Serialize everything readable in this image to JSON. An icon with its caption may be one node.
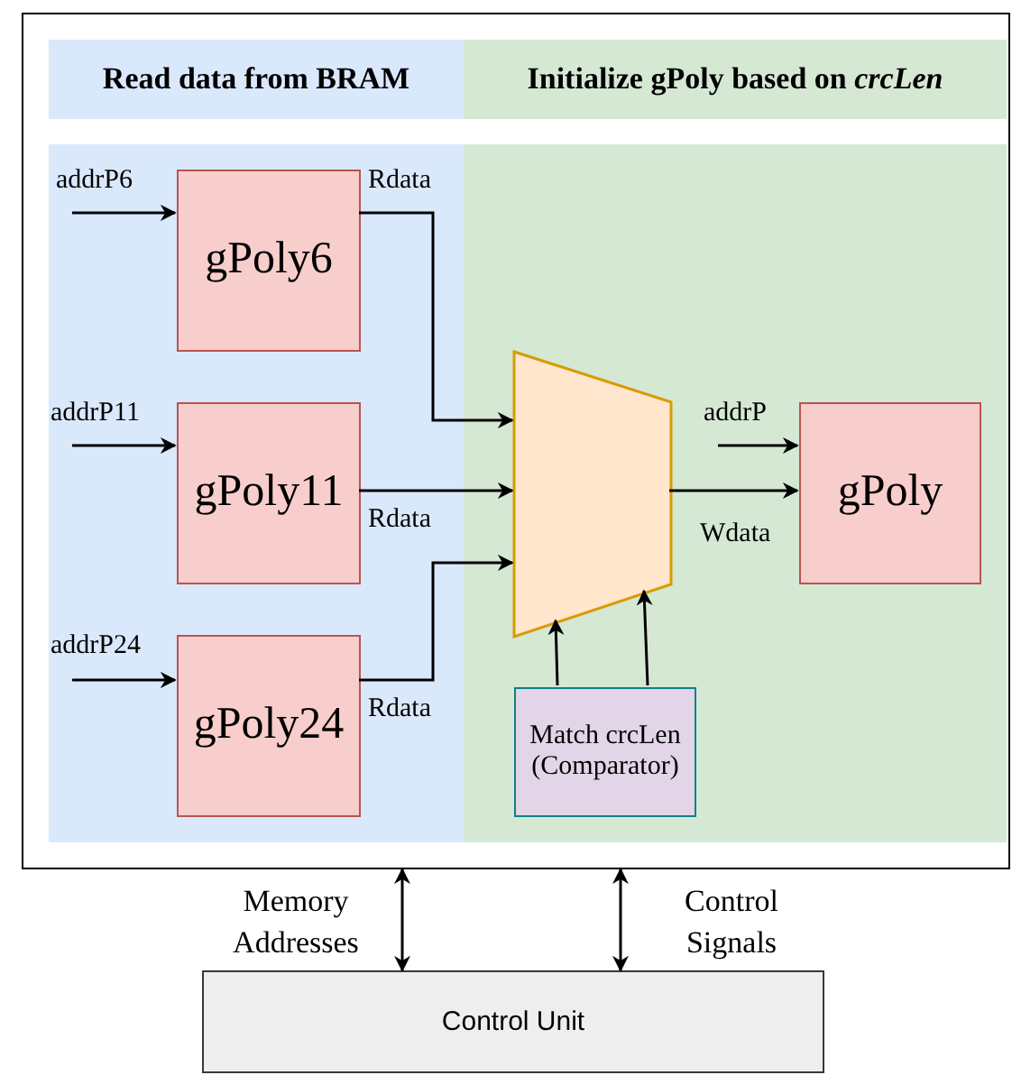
{
  "diagram": {
    "nodes": [
      {
        "text": [],
        "shape": "box"
      },
      {
        "text": [
          "Read data from BRAM"
        ],
        "in": 0
      },
      {
        "text": [
          "Initialize gPoly based on *crcLen*"
        ],
        "in": 0
      },
      {
        "text": [],
        "shape": "box",
        "in": 0
      },
      {
        "text": [],
        "shape": "box",
        "in": 0
      },
      {
        "text": [
          "gPoly6"
        ],
        "in": 3
      },
      {
        "text": [
          "gPoly11"
        ],
        "in": 3
      },
      {
        "text": [
          "gPoly24"
        ],
        "in": 3
      },
      {
        "text": [],
        "shape": "trapezoid",
        "in": 4
      },
      {
        "text": [
          "gPoly"
        ],
        "in": 4
      },
      {
        "text": [
          "Match crcLen (Comparator)"
        ],
        "in": 4
      },
      {
        "text": [
          "Control Unit"
        ]
      }
    ],
    "edges": [
      {
        "from": null,
        "to": 5,
        "arrow": "to",
        "label": "addrP6"
      },
      {
        "from": null,
        "to": 6,
        "arrow": "to",
        "label": "addrP11"
      },
      {
        "from": null,
        "to": 7,
        "arrow": "to",
        "label": "addrP24"
      },
      {
        "from": 5,
        "to": 8,
        "arrow": "to",
        "label": "Rdata"
      },
      {
        "from": 6,
        "to": 8,
        "arrow": "to",
        "label": "Rdata"
      },
      {
        "from": 7,
        "to": 8,
        "arrow": "to",
        "label": "Rdata"
      },
      {
        "from": null,
        "to": 9,
        "arrow": "to",
        "label": "addrP"
      },
      {
        "from": 8,
        "to": 9,
        "arrow": "to",
        "label": "Wdata"
      },
      {
        "from": 10,
        "to": 8,
        "arrow": "to"
      },
      {
        "from": 10,
        "to": 8,
        "arrow": "to"
      },
      {
        "from": 0,
        "to": 11,
        "arrow": "both",
        "label": "Memory Addresses"
      },
      {
        "from": 0,
        "to": 11,
        "arrow": "both",
        "label": "Control Signals"
      }
    ]
  }
}
